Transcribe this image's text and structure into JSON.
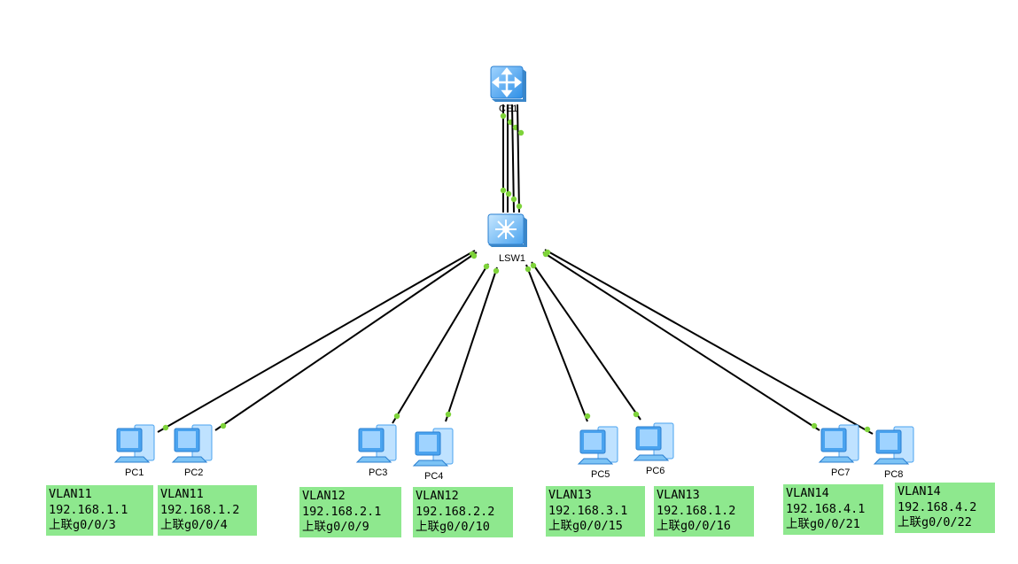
{
  "devices": {
    "router": {
      "label": "CE1"
    },
    "switch": {
      "label": "LSW1"
    },
    "pcs": [
      {
        "label": "PC1"
      },
      {
        "label": "PC2"
      },
      {
        "label": "PC3"
      },
      {
        "label": "PC4"
      },
      {
        "label": "PC5"
      },
      {
        "label": "PC6"
      },
      {
        "label": "PC7"
      },
      {
        "label": "PC8"
      }
    ]
  },
  "notes": [
    {
      "vlan": "VLAN11",
      "ip": "192.168.1.1",
      "uplink": "上联g0/0/3"
    },
    {
      "vlan": "VLAN11",
      "ip": "192.168.1.2",
      "uplink": "上联g0/0/4"
    },
    {
      "vlan": "VLAN12",
      "ip": "192.168.2.1",
      "uplink": "上联g0/0/9"
    },
    {
      "vlan": "VLAN12",
      "ip": "192.168.2.2",
      "uplink": "上联g0/0/10"
    },
    {
      "vlan": "VLAN13",
      "ip": "192.168.3.1",
      "uplink": "上联g0/0/15"
    },
    {
      "vlan": "VLAN13",
      "ip": "192.168.1.2",
      "uplink": "上联g0/0/16"
    },
    {
      "vlan": "VLAN14",
      "ip": "192.168.4.1",
      "uplink": "上联g0/0/21"
    },
    {
      "vlan": "VLAN14",
      "ip": "192.168.4.2",
      "uplink": "上联g0/0/22"
    }
  ],
  "colors": {
    "link": "#000000",
    "port_dot": "#7ed33a",
    "note_bg": "#8ee88e",
    "device_blue": "#4aa3ef"
  }
}
